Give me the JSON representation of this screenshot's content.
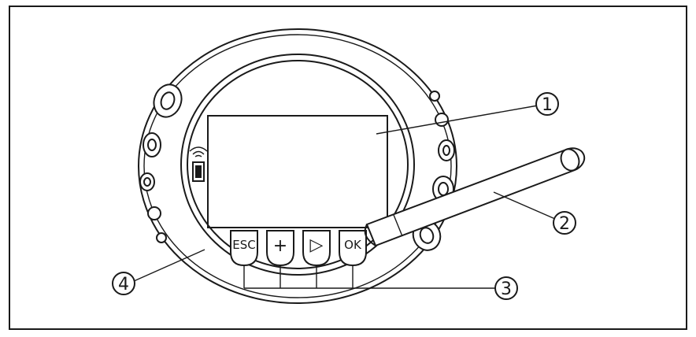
{
  "keys": {
    "esc": "ESC",
    "plus": "+",
    "next": "▷",
    "ok": "OK"
  },
  "callouts": {
    "c1": "1",
    "c2": "2",
    "c3": "3",
    "c4": "4"
  }
}
